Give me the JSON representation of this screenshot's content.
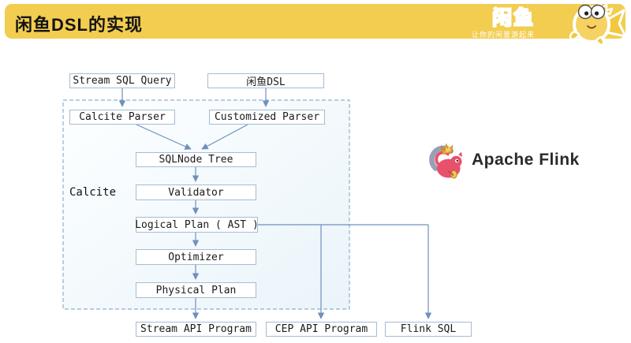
{
  "header": {
    "title": "闲鱼DSL的实现",
    "logo_text": "闲鱼",
    "logo_tagline": "让你的闲置游起来"
  },
  "colors": {
    "header_bg": "#F2CD50",
    "box_border": "#A6BCD2",
    "connector": "#6E90BE",
    "dashed_border": "#8FAFD0",
    "container_fill": "#EFF7FB"
  },
  "diagram": {
    "container_label": "Calcite",
    "nodes": {
      "stream_sql_query": "Stream SQL Query",
      "xianyu_dsl": "闲鱼DSL",
      "calcite_parser": "Calcite Parser",
      "customized_parser": "Customized Parser",
      "sqlnode_tree": "SQLNode Tree",
      "validator": "Validator",
      "logical_plan": "Logical Plan ( AST )",
      "optimizer": "Optimizer",
      "physical_plan": "Physical Plan",
      "stream_api_program": "Stream API Program",
      "cep_api_program": "CEP API Program",
      "flink_sql": "Flink SQL"
    }
  },
  "branding": {
    "flink_label": "Apache Flink"
  }
}
